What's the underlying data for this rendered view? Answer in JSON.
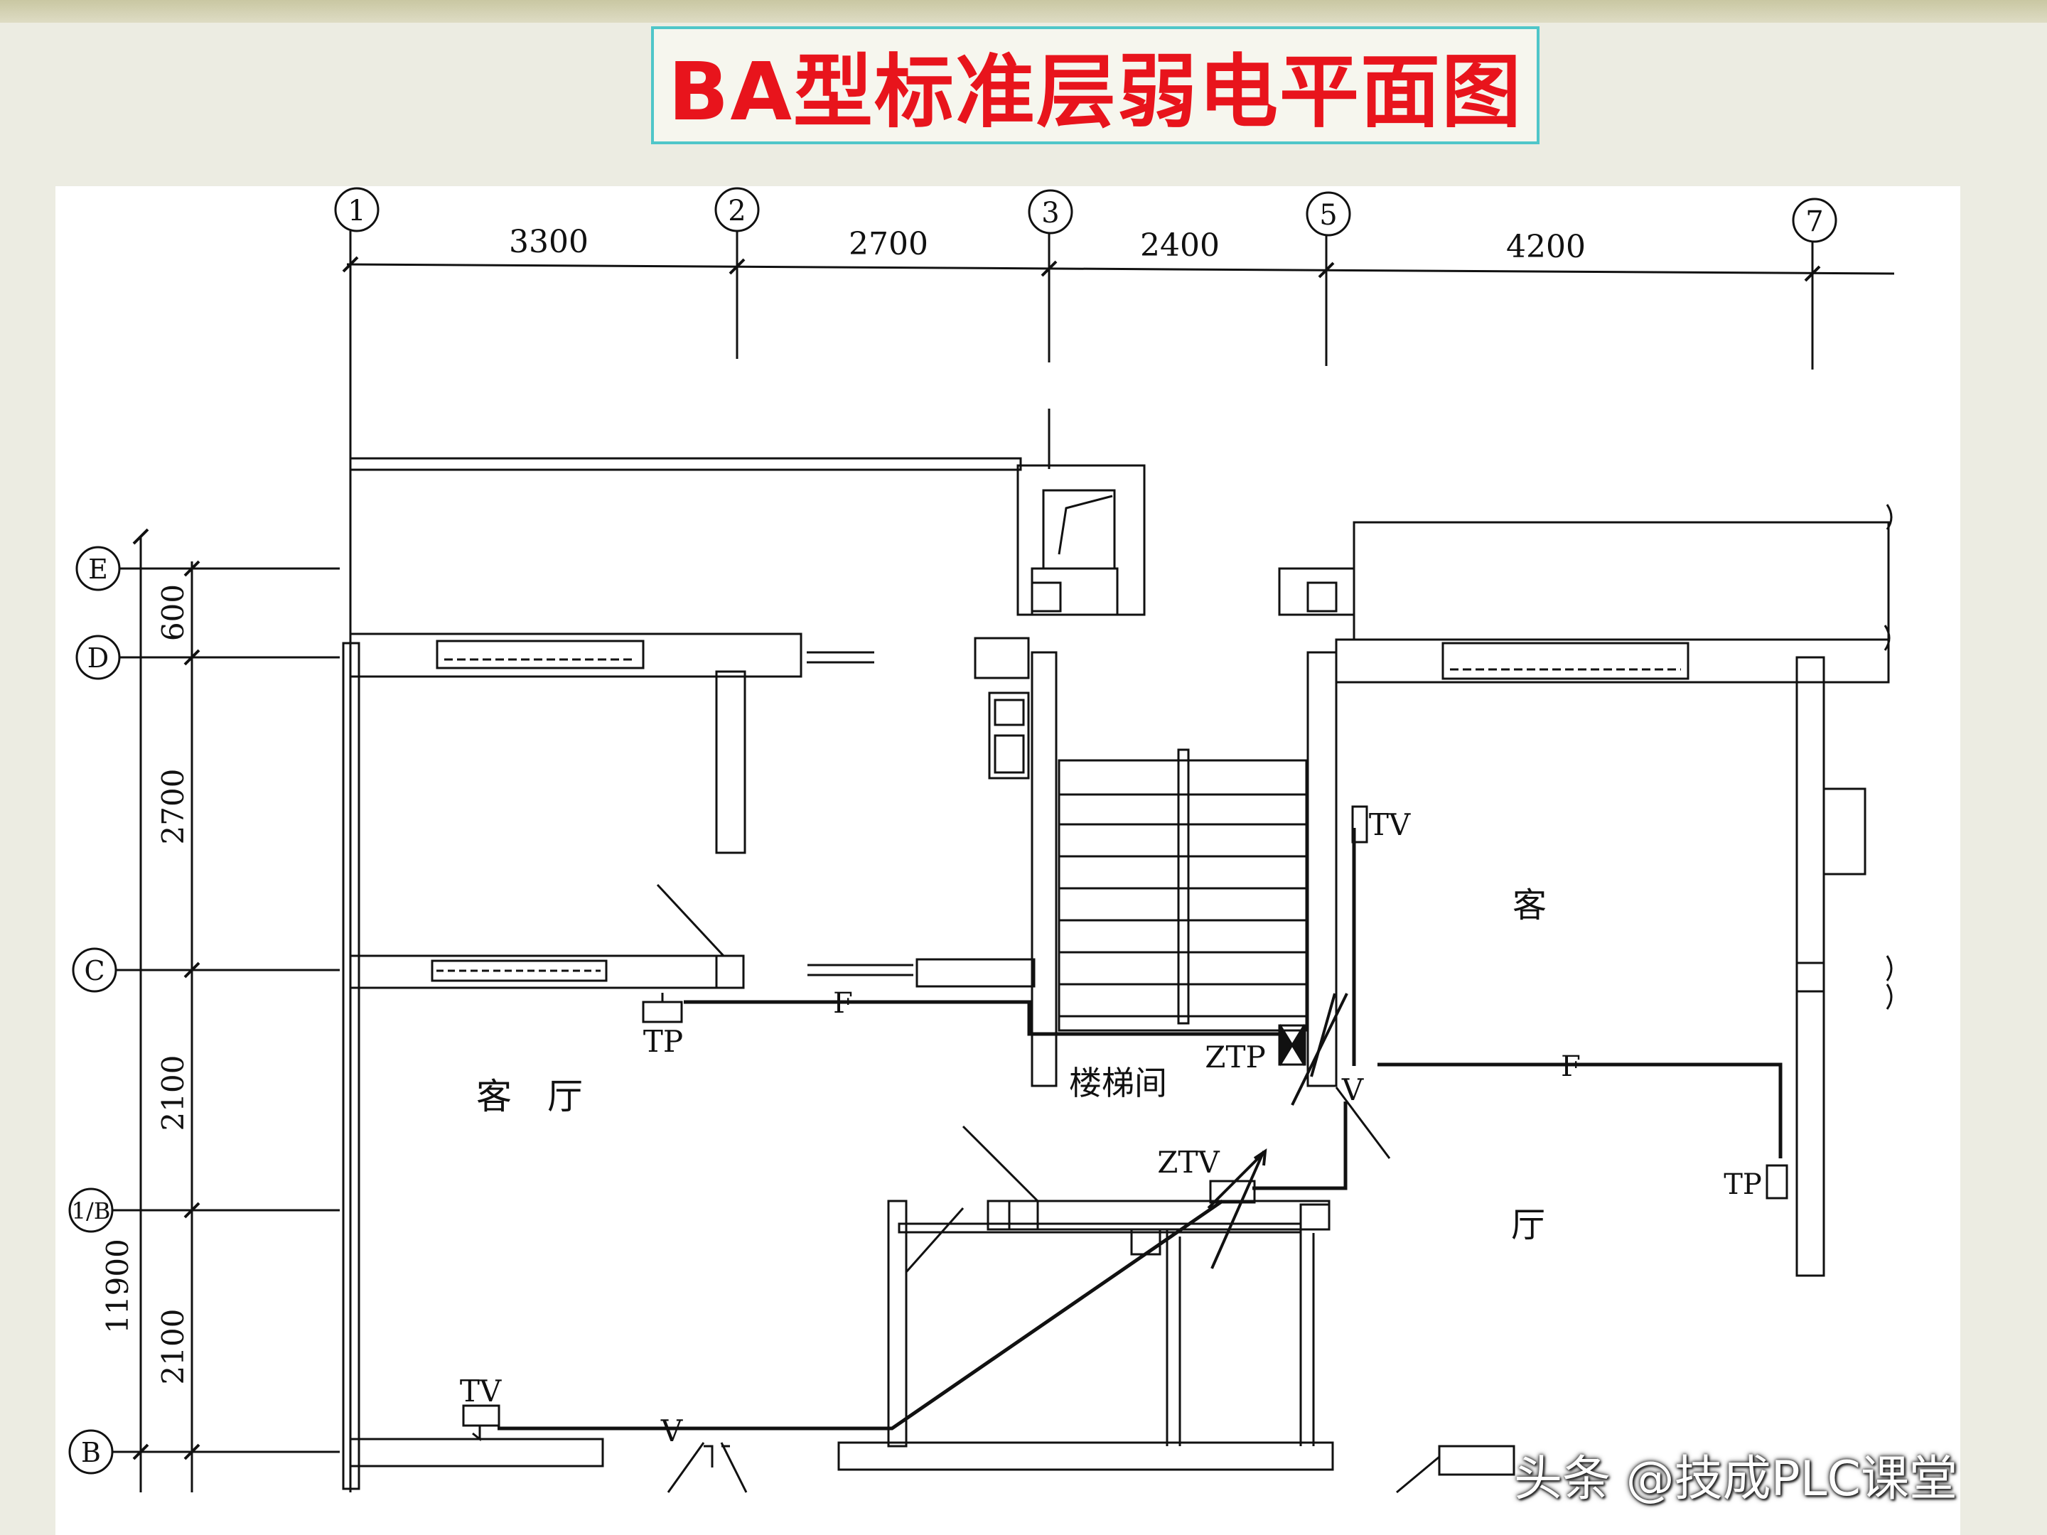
{
  "title": "BA型标准层弱电平面图",
  "watermark": "头条 @技成PLC课堂",
  "axes_columns": [
    {
      "label": "1"
    },
    {
      "label": "2"
    },
    {
      "label": "3"
    },
    {
      "label": "5"
    },
    {
      "label": "7"
    }
  ],
  "column_spacings": [
    "3300",
    "2700",
    "2400",
    "4200"
  ],
  "axes_rows": [
    {
      "label": "E"
    },
    {
      "label": "D"
    },
    {
      "label": "C"
    },
    {
      "label": "1/B"
    },
    {
      "label": "B"
    }
  ],
  "row_spacings": [
    "600",
    "2700",
    "2100",
    "2100"
  ],
  "overall_dimension": "11900",
  "room_labels": {
    "living_left": "客　厅",
    "stairwell": "楼梯间",
    "living_right_1": "客",
    "living_right_2": "厅"
  },
  "device_labels": {
    "tp_left": "TP",
    "tp_right": "TP",
    "tv_left": "TV",
    "tv_right": "TV",
    "ztp": "ZTP",
    "ztv": "ZTV",
    "f_left": "F",
    "f_right": "F",
    "v_bottom": "V",
    "v_mid": "V"
  }
}
